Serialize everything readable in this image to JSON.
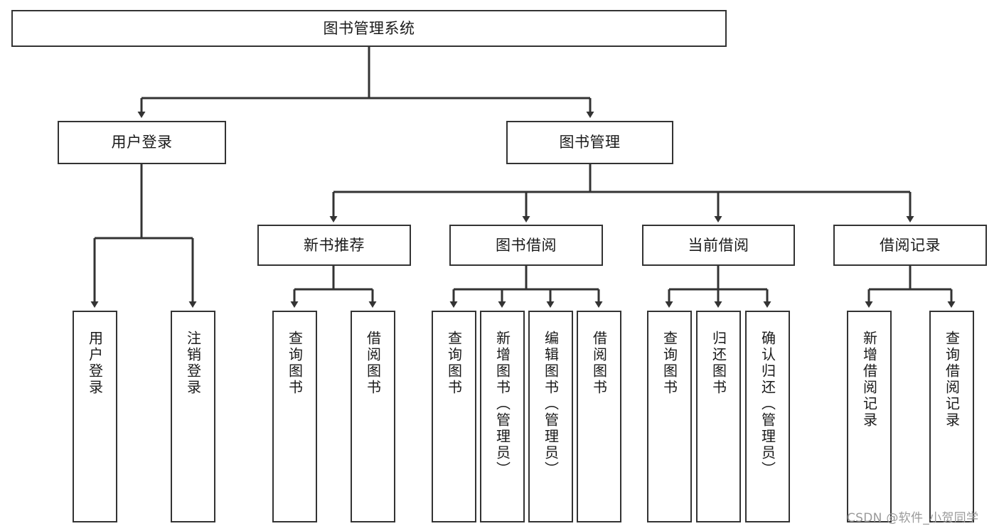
{
  "diagram": {
    "title": "图书管理系统",
    "type": "tree",
    "watermark": "CSDN @软件_小贺同学",
    "colors": {
      "border": "#333333",
      "background": "#ffffff",
      "text": "#1a1a1a",
      "connector": "#333333",
      "watermark": "#9a9a9a"
    }
  },
  "nodes": {
    "root": {
      "label": "图书管理系统",
      "orientation": "horizontal"
    },
    "level2": [
      {
        "id": "user-login",
        "label": "用户登录",
        "orientation": "horizontal"
      },
      {
        "id": "book-management",
        "label": "图书管理",
        "orientation": "horizontal"
      }
    ],
    "level3": [
      {
        "id": "new-book-recommend",
        "label": "新书推荐",
        "orientation": "horizontal"
      },
      {
        "id": "book-borrow",
        "label": "图书借阅",
        "orientation": "horizontal"
      },
      {
        "id": "current-borrow",
        "label": "当前借阅",
        "orientation": "horizontal"
      },
      {
        "id": "borrow-record",
        "label": "借阅记录",
        "orientation": "horizontal"
      }
    ],
    "leaves": [
      {
        "id": "leaf-user-login",
        "label": "用户登录",
        "orientation": "vertical",
        "parent": "user-login"
      },
      {
        "id": "leaf-user-logout",
        "label": "注销登录",
        "orientation": "vertical",
        "parent": "user-login"
      },
      {
        "id": "leaf-query-book-1",
        "label": "查询图书",
        "orientation": "vertical",
        "parent": "new-book-recommend"
      },
      {
        "id": "leaf-borrow-book-1",
        "label": "借阅图书",
        "orientation": "vertical",
        "parent": "new-book-recommend"
      },
      {
        "id": "leaf-query-book-2",
        "label": "查询图书",
        "orientation": "vertical",
        "parent": "book-borrow"
      },
      {
        "id": "leaf-add-book",
        "label": "新增图书（管理员）",
        "orientation": "vertical",
        "parent": "book-borrow"
      },
      {
        "id": "leaf-edit-book",
        "label": "编辑图书（管理员）",
        "orientation": "vertical",
        "parent": "book-borrow"
      },
      {
        "id": "leaf-borrow-book-2",
        "label": "借阅图书",
        "orientation": "vertical",
        "parent": "book-borrow"
      },
      {
        "id": "leaf-query-book-3",
        "label": "查询图书",
        "orientation": "vertical",
        "parent": "current-borrow"
      },
      {
        "id": "leaf-return-book",
        "label": "归还图书",
        "orientation": "vertical",
        "parent": "current-borrow"
      },
      {
        "id": "leaf-confirm-return",
        "label": "确认归还（管理员）",
        "orientation": "vertical",
        "parent": "current-borrow"
      },
      {
        "id": "leaf-add-record",
        "label": "新增借阅记录",
        "orientation": "vertical",
        "parent": "borrow-record"
      },
      {
        "id": "leaf-query-record",
        "label": "查询借阅记录",
        "orientation": "vertical",
        "parent": "borrow-record"
      }
    ]
  }
}
